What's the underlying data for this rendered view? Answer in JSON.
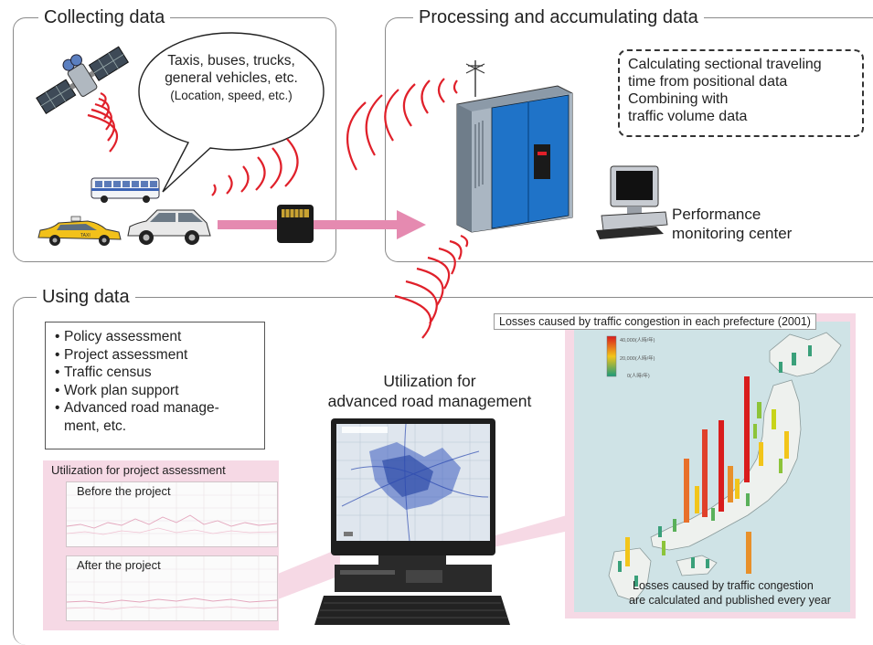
{
  "panels": {
    "collecting": {
      "title": "Collecting data"
    },
    "processing": {
      "title": "Processing and accumulating data"
    },
    "using": {
      "title": "Using data"
    }
  },
  "bubble": {
    "line1": "Taxis, buses, trucks,",
    "line2": "general vehicles, etc.",
    "line3": "(Location, speed, etc.)"
  },
  "vehicles": {
    "taxi_sign": "TAXI"
  },
  "processing_note": {
    "line1": "Calculating sectional traveling",
    "line2": "time from positional data",
    "line3": "Combining with",
    "line4": "traffic volume data"
  },
  "center": {
    "line1": "Performance",
    "line2": "monitoring center"
  },
  "uses_list": {
    "bullet": "•",
    "items": [
      "Policy assessment",
      "Project assessment",
      "Traffic census",
      "Work plan support",
      "Advanced road manage-",
      "ment, etc."
    ]
  },
  "project_assessment": {
    "title": "Utilization for project assessment",
    "before_label": "Before the project",
    "after_label": "After the project"
  },
  "advanced_caption": {
    "line1": "Utilization for",
    "line2": "advanced road management"
  },
  "map_panel": {
    "title": "Losses caused by traffic congestion in each prefecture (2001)",
    "legend": [
      "40,000(人時/年)",
      "20,000(人時/年)",
      "0(人時/年)"
    ],
    "footer_line1": "Losses caused by traffic congestion",
    "footer_line2": "are calculated and published every year"
  },
  "colors": {
    "signal_red": "#e0202a",
    "arrow_pink": "#e58ab0",
    "pink_bg": "#f6d9e5",
    "server_blue": "#1f73c8",
    "map_bg": "#cfe3e6"
  }
}
